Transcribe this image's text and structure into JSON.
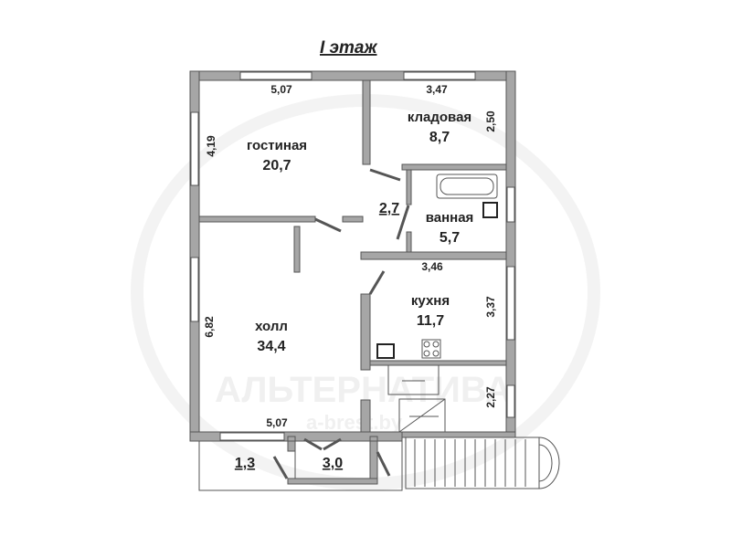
{
  "title": "I этаж",
  "watermark": {
    "brand": "АЛЬТЕРНАТИВА",
    "site": "a-brest.by"
  },
  "rooms": {
    "living": {
      "name": "гостиная",
      "area": "20,7",
      "width": "5,07",
      "depth": "4,19"
    },
    "pantry": {
      "name": "кладовая",
      "area": "8,7",
      "width": "3,47",
      "depth": "2,50"
    },
    "corridor": {
      "area": "2,7"
    },
    "bath": {
      "name": "ванная",
      "area": "5,7"
    },
    "kitchen": {
      "name": "кухня",
      "area": "11,7",
      "width": "3,46",
      "depth": "3,37"
    },
    "hall": {
      "name": "холл",
      "area": "34,4",
      "width": "5,07",
      "depth": "6,82"
    },
    "stair": {
      "depth": "2,27"
    },
    "porch_left": {
      "area": "1,3"
    },
    "vestibule": {
      "area": "3,0"
    }
  }
}
